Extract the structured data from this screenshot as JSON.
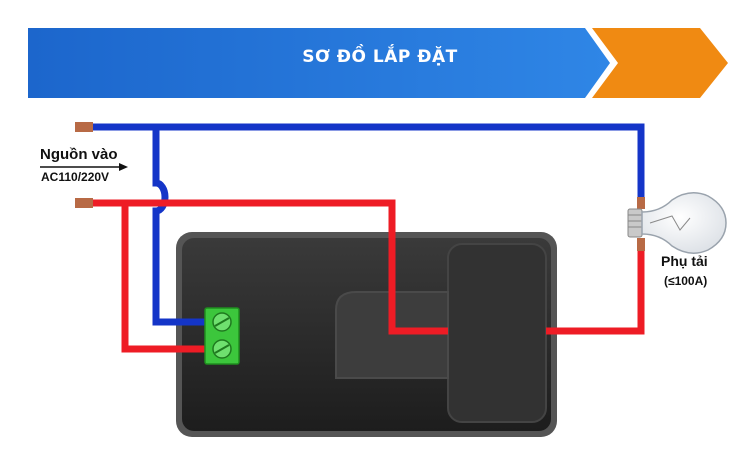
{
  "banner": {
    "title": "SƠ ĐỒ LẮP ĐẶT",
    "primary_color": "#1f6fd1",
    "accent_color": "#f08a12"
  },
  "source": {
    "label": "Nguồn vào",
    "voltage": "AC110/220V"
  },
  "load": {
    "label": "Phụ tải",
    "rating": "(≤100A)"
  },
  "colors": {
    "neutral_wire": "#1435c8",
    "live_wire": "#ee1c25",
    "device_body": "#2a2a2a",
    "terminal_block": "#3cc63c",
    "copper": "#b86a45"
  },
  "icons": {
    "lamp": "light-bulb-icon",
    "terminal": "terminal-screw-icon"
  }
}
